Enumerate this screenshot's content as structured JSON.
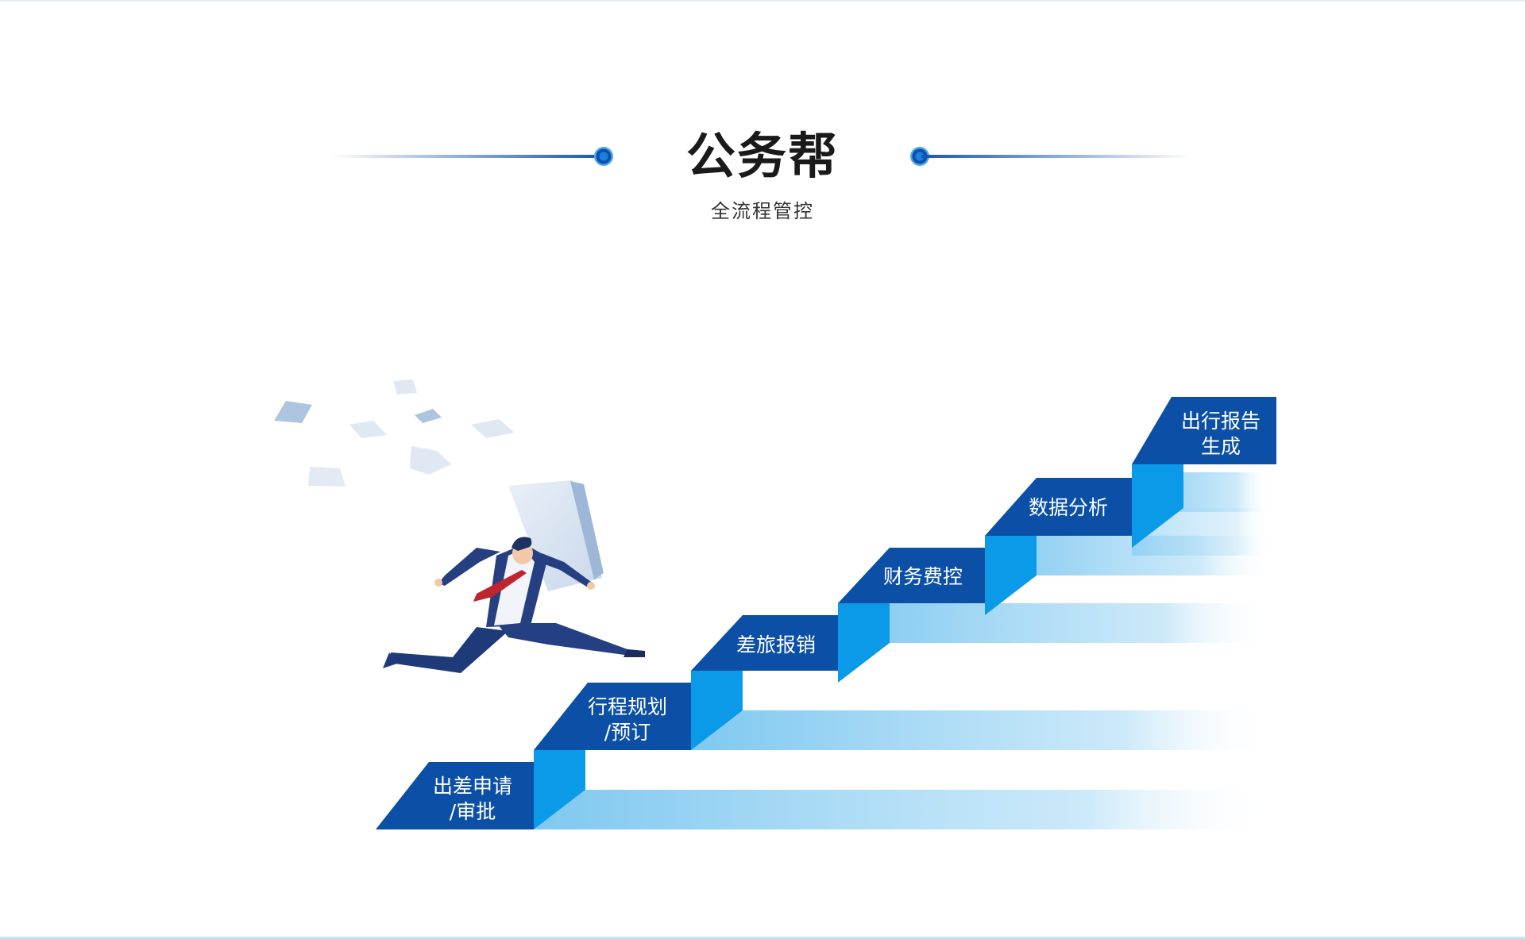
{
  "header": {
    "title": "公务帮",
    "subtitle": "全流程管控"
  },
  "steps": [
    {
      "label_line1": "出差申请",
      "label_line2": "/审批"
    },
    {
      "label_line1": "行程规划",
      "label_line2": "/预订"
    },
    {
      "label_line1": "差旅报销",
      "label_line2": ""
    },
    {
      "label_line1": "财务费控",
      "label_line2": ""
    },
    {
      "label_line1": "数据分析",
      "label_line2": ""
    },
    {
      "label_line1": "出行报告",
      "label_line2": "生成"
    }
  ],
  "colors": {
    "step_top": "#0b4fa6",
    "step_side": "#0a9ae8",
    "step_fade": "#8fd0f2",
    "accent": "#1656b0"
  }
}
